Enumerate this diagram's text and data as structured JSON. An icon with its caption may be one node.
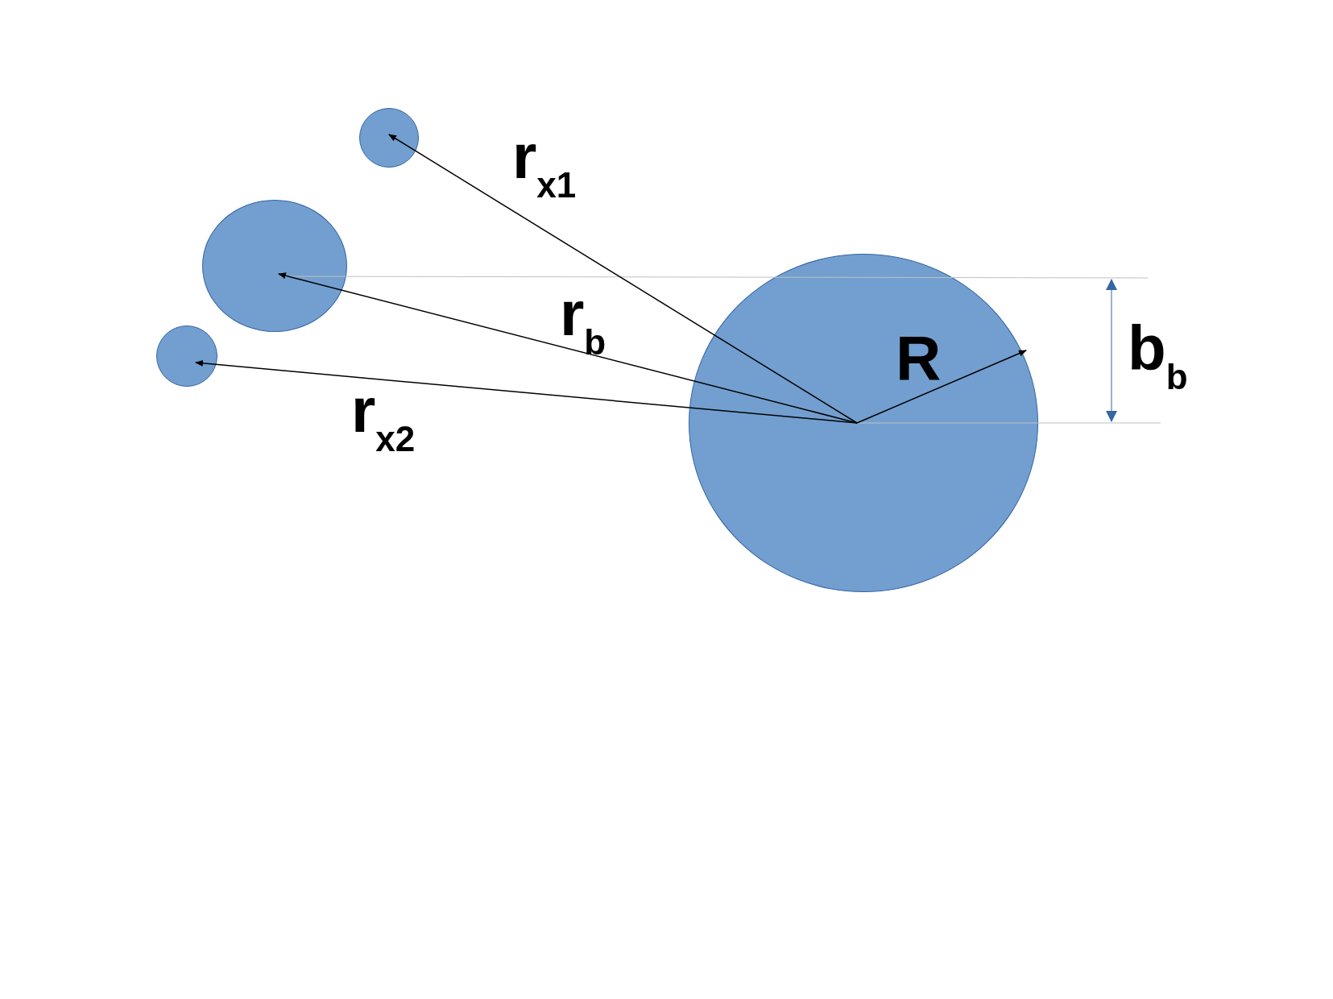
{
  "diagram": {
    "nodes": [
      {
        "text": [],
        "shape": "circle"
      },
      {
        "text": [],
        "shape": "circle"
      },
      {
        "text": [],
        "shape": "circle"
      },
      {
        "text": [],
        "shape": "circle"
      }
    ],
    "edges": [
      {
        "from": 3,
        "to": 0,
        "arrow": "to",
        "label": "r$_{x1}$"
      },
      {
        "from": 3,
        "to": 1,
        "arrow": "to",
        "label": "r$_{b}$"
      },
      {
        "from": 3,
        "to": 2,
        "arrow": "to",
        "label": "r$_{x2}$"
      }
    ],
    "labels": [
      "R",
      "b$_{b}$"
    ]
  }
}
